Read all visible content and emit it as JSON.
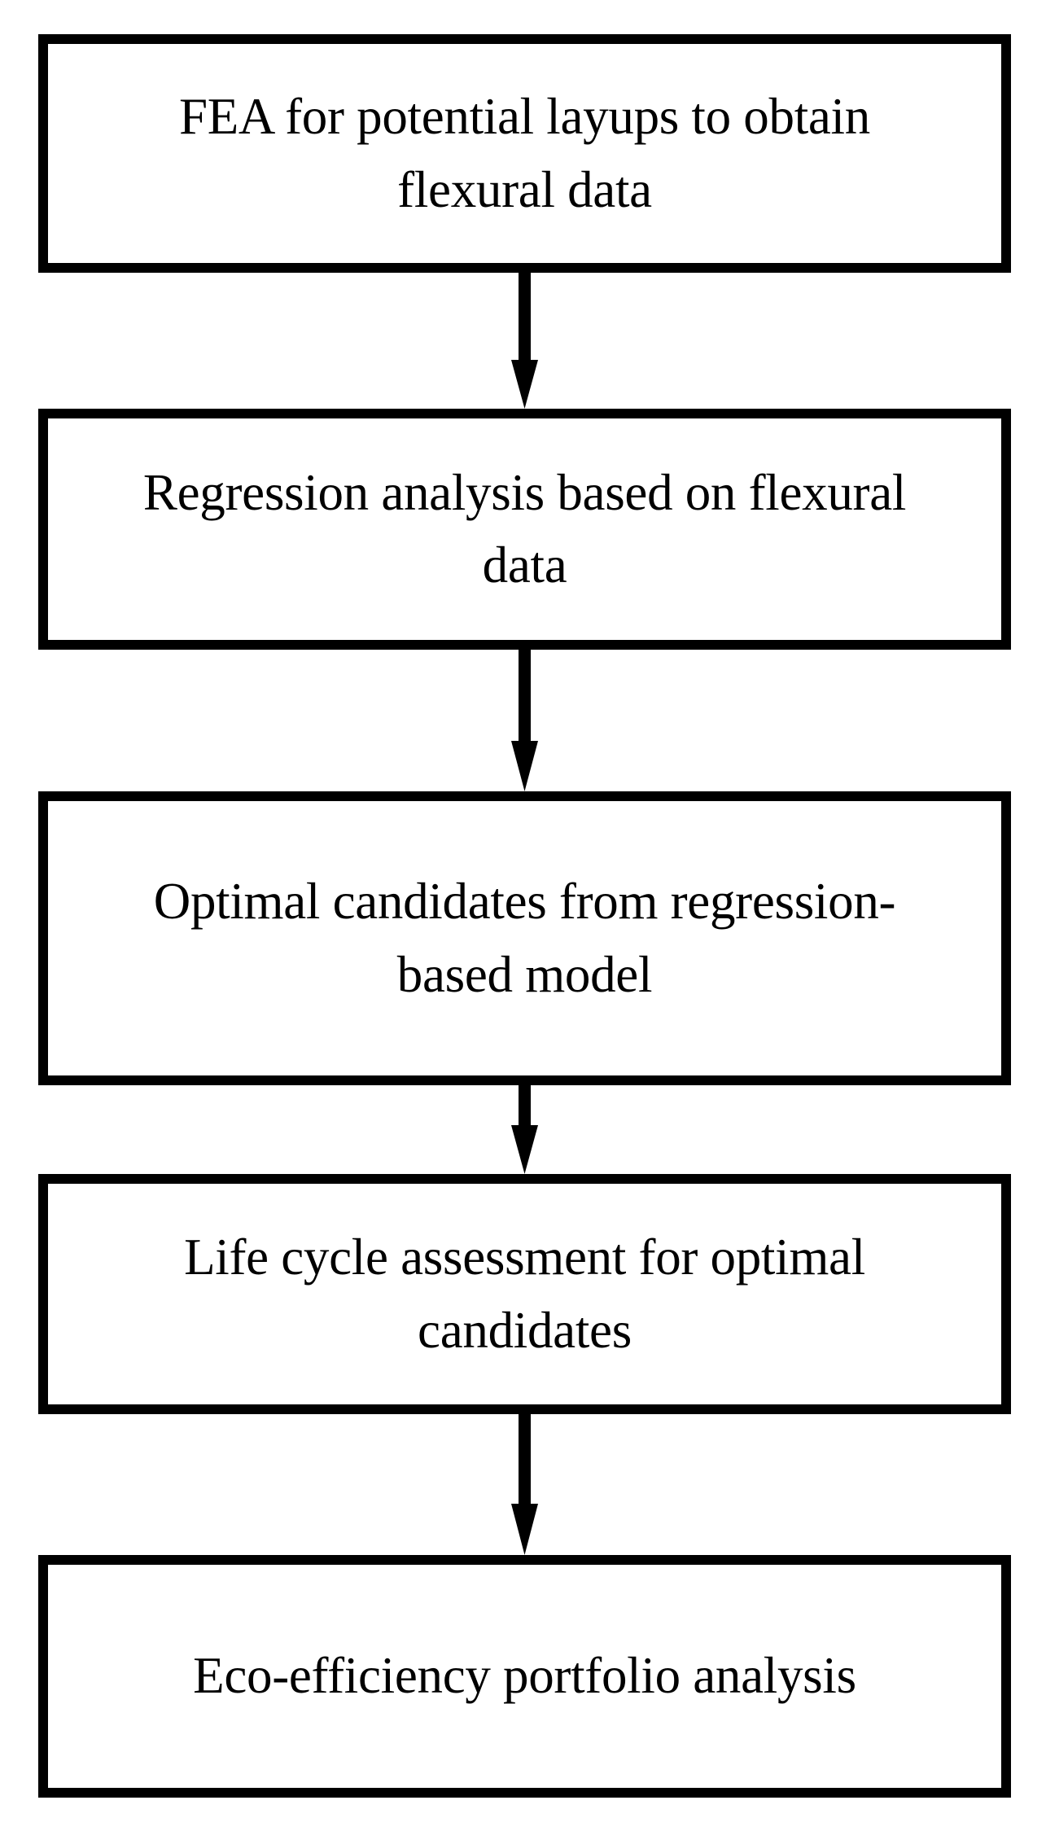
{
  "diagram": {
    "type": "flowchart",
    "orientation": "vertical",
    "background_color": "#ffffff",
    "line_color": "#000000",
    "text_color": "#000000",
    "nodes": [
      {
        "id": "node-1",
        "label": "FEA for potential layups to obtain flexural data",
        "shape": "rectangle"
      },
      {
        "id": "node-2",
        "label": "Regression analysis based on flexural data",
        "shape": "rectangle"
      },
      {
        "id": "node-3",
        "label": "Optimal candidates from regression-based model",
        "shape": "rectangle"
      },
      {
        "id": "node-4",
        "label": "Life cycle assessment for optimal candidates",
        "shape": "rectangle"
      },
      {
        "id": "node-5",
        "label": "Eco-efficiency portfolio analysis",
        "shape": "rectangle"
      }
    ],
    "connectors": [
      {
        "id": "connector-1",
        "from": "node-1",
        "to": "node-2",
        "style": "arrow-down"
      },
      {
        "id": "connector-2",
        "from": "node-2",
        "to": "node-3",
        "style": "arrow-down"
      },
      {
        "id": "connector-3",
        "from": "node-3",
        "to": "node-4",
        "style": "arrow-down"
      },
      {
        "id": "connector-4",
        "from": "node-4",
        "to": "node-5",
        "style": "arrow-down"
      }
    ]
  }
}
